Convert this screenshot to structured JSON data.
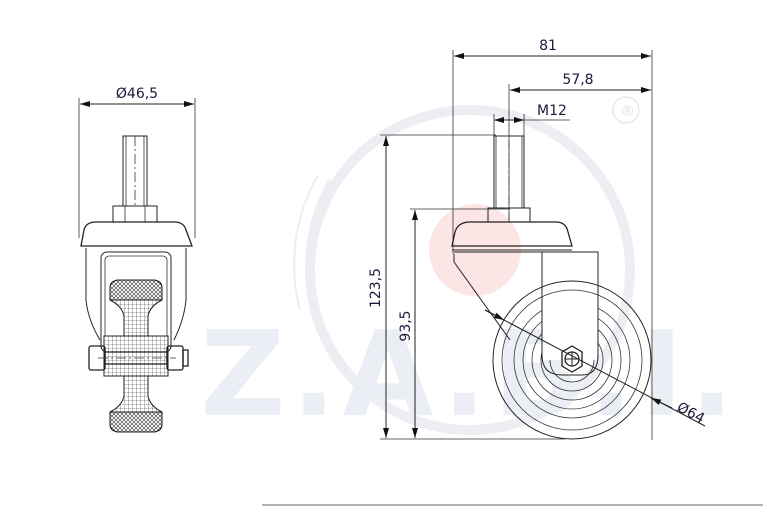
{
  "watermark": {
    "text": "Z.A.B.I.",
    "registered_mark": "®",
    "ring_color": "#eceef4",
    "accent_circle_color": "#fbe3e3"
  },
  "front_view": {
    "dimensions": {
      "width_label": "Ø46,5"
    }
  },
  "side_view": {
    "dimensions": {
      "overall_length_label": "81",
      "offset_label": "57,8",
      "thread_label": "M12",
      "overall_height_label": "123,5",
      "plate_height_label": "93,5",
      "wheel_diameter_label": "Ø64"
    }
  },
  "colors": {
    "line": "#222222",
    "text": "#1a1a3a",
    "background": "#ffffff"
  }
}
